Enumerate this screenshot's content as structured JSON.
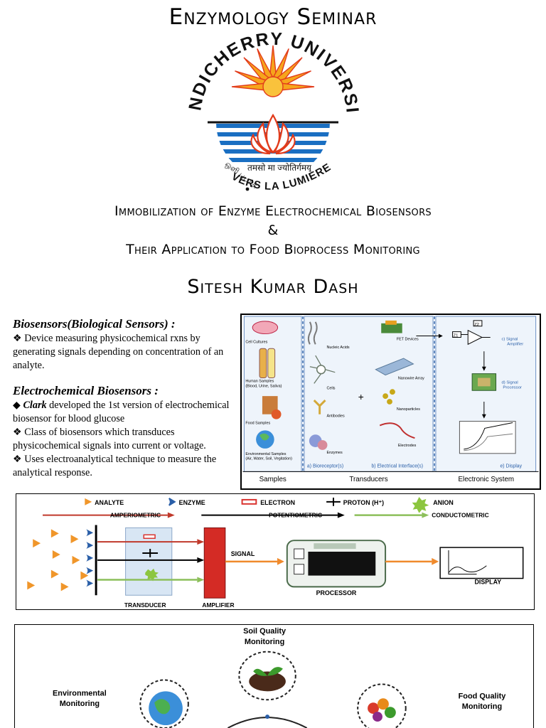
{
  "title": "Enzymology Seminar",
  "logo": {
    "arc_text": "PONDICHERRY UNIVERSITY",
    "bottom_text": "VERS LA LUMIÈRE",
    "motto": "तमसो मा ज्योतिर्गमय",
    "tamil": "ஒளி படர்க"
  },
  "subtitle_line1": "Immobilization of Enzyme Electrochemical Biosensors",
  "subtitle_amp": "&",
  "subtitle_line2": "Their Application to Food Bioprocess Monitoring",
  "author": "Sitesh Kumar Dash",
  "biosensors": {
    "heading": "Biosensors(Biological Sensors) :",
    "bullet": "Device measuring physicochemical rxns by generating signals depending on concentration of an analyte."
  },
  "electrochemical": {
    "heading": "Electrochemical Biosensors :",
    "bullet1_name": "Clark",
    "bullet1_rest": " developed the 1st version of electrochemical biosensor for blood glucose",
    "bullet2": "Class of biosensors which transduces physicochemical signals into current or voltage.",
    "bullet3": "Uses electroanalytical technique to measure the analytical response."
  },
  "figure1": {
    "samples": [
      "Cell Cultures",
      "Human Samples",
      "(Blood, Urine, Saliva)",
      "Food Samples",
      "Environmental Samples",
      "(Air, Water, Soil, Vegitation)"
    ],
    "bioreceptors": [
      "Nucleic Acids",
      "Cells",
      "Antibodies",
      "Enzymes"
    ],
    "interfaces": [
      "FET Devices",
      "Nanowire Array",
      "Nanoparticles",
      "Electrodes"
    ],
    "electronics": [
      "c) Signal",
      "Amplifier",
      "d) Signal",
      "Processor",
      "e) Display"
    ],
    "plus": "+",
    "z1": "Z1",
    "z2": "Z2",
    "label_a": "a) Bioreceptor(s)",
    "label_b": "b) Electrical Interface(s)",
    "footer": [
      "Samples",
      "Transducers",
      "Electronic System"
    ]
  },
  "figure2": {
    "legend": [
      "ANALYTE",
      "ENZYME",
      "ELECTRON",
      "PROTON (H⁺)",
      "ANION"
    ],
    "methods": [
      "AMPERIOMETRIC",
      "POTENTIOMETRIC",
      "CONDUCTOMETRIC"
    ],
    "signal": "SIGNAL",
    "processor": "PROCESSOR",
    "display": "DISPLAY",
    "transducer": "TRANSDUCER",
    "amplifier": "AMPLIFIER",
    "colors": {
      "analyte": "#f0962a",
      "enzyme": "#2a5fa8",
      "electron": "#d9322e",
      "anion": "#8cc63f",
      "amp_arrow": "#c0392b",
      "cond_arrow": "#8cbf5a",
      "signal_arrow": "#f08a2c",
      "amplifier": "#d42b25"
    }
  },
  "figure3": {
    "soil": [
      "Soil Quality",
      "Monitoring"
    ],
    "env": [
      "Environmental",
      "Monitoring"
    ],
    "food": [
      "Food Quality",
      "Monitoring"
    ]
  }
}
